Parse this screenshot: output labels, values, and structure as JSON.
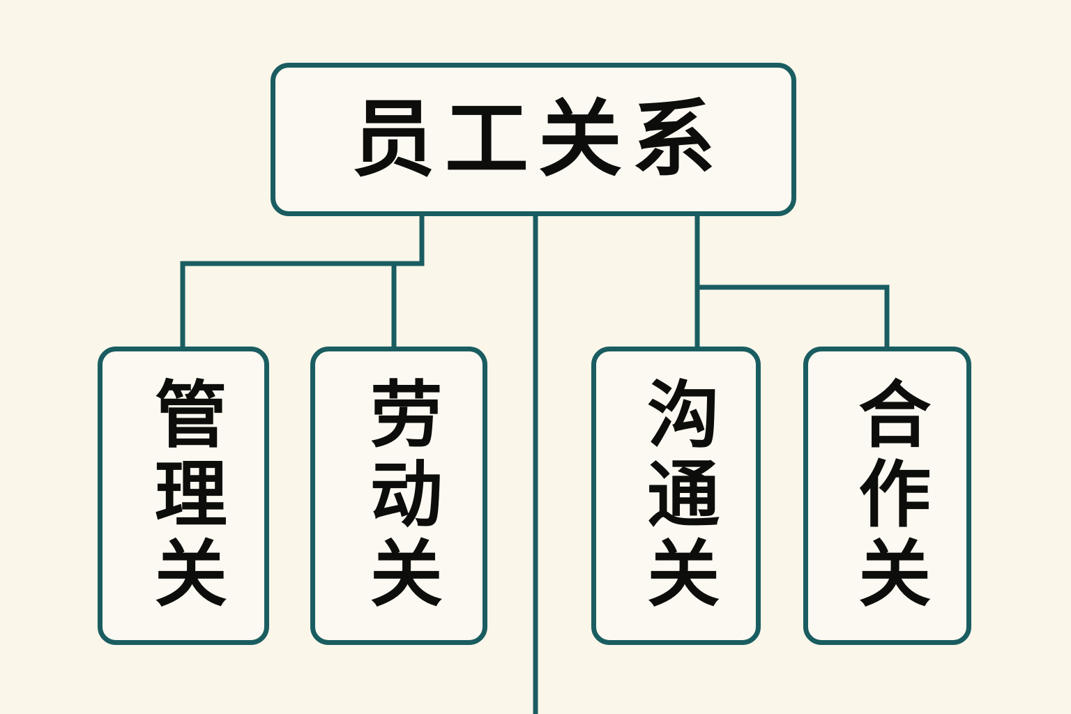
{
  "diagram": {
    "type": "org-tree",
    "title": "员工关系",
    "background_color": "#faf6ea",
    "node_fill_color": "#fbf9f1",
    "line_color": "#1a5d61",
    "text_color": "#0d0d0b",
    "root": {
      "label": "员工关系",
      "orientation": "horizontal"
    },
    "children": [
      {
        "label": "管理关",
        "orientation": "vertical"
      },
      {
        "label": "劳动关",
        "orientation": "vertical"
      },
      {
        "label": "沟通关",
        "orientation": "vertical"
      },
      {
        "label": "合作关",
        "orientation": "vertical"
      }
    ],
    "connector_count": 4,
    "stroke_width": 7
  }
}
